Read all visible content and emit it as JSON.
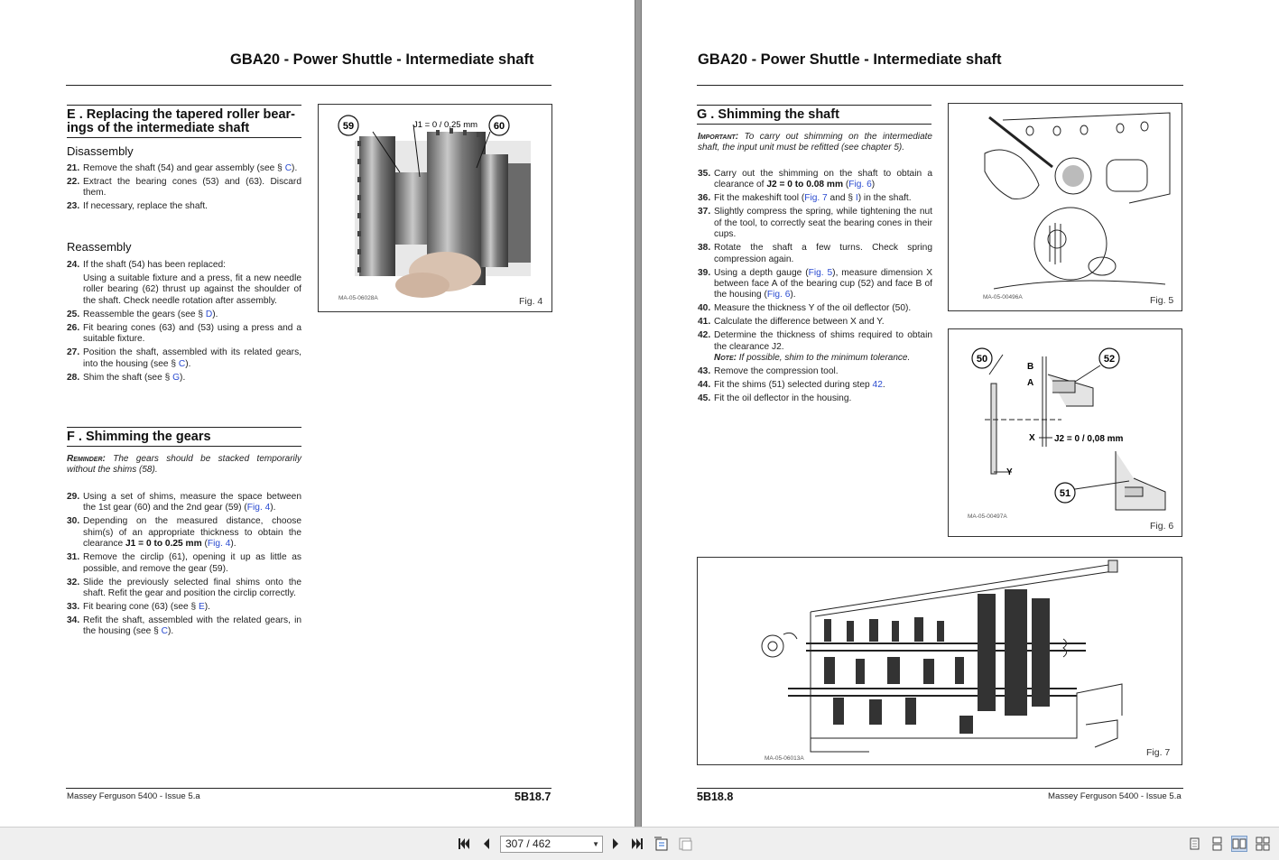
{
  "viewer": {
    "page_indicator": "307 / 462",
    "toolbar_icons": [
      "first-page-icon",
      "prev-page-icon",
      "next-page-icon",
      "last-page-icon",
      "fit-width-icon",
      "fit-page-icon",
      "single-page-icon",
      "continuous-page-icon",
      "facing-pages-icon",
      "continuous-facing-icon"
    ]
  },
  "left_page": {
    "running_title": "GBA20 - Power Shuttle - Intermediate shaft",
    "section_e": {
      "title": "E . Replacing the tapered roller bear-ings of the intermediate shaft",
      "disassembly_heading": "Disassembly",
      "disassembly_steps": [
        {
          "n": "21.",
          "pre": "Remove the shaft (54) and gear assembly (see § ",
          "link": "C",
          "post": ")."
        },
        {
          "n": "22.",
          "pre": "Extract the bearing cones (53) and (63). Discard them.",
          "link": "",
          "post": ""
        },
        {
          "n": "23.",
          "pre": "If necessary, replace the shaft.",
          "link": "",
          "post": ""
        }
      ],
      "reassembly_heading": "Reassembly",
      "reassembly_steps": [
        {
          "n": "24.",
          "pre": "If the shaft (54) has been replaced:",
          "link": "",
          "post": ""
        },
        {
          "n": "",
          "pre": "Using a suitable fixture and a press, fit a new needle roller bearing (62) thrust up against the shoulder of the shaft. Check needle rotation after assembly.",
          "link": "",
          "post": ""
        },
        {
          "n": "25.",
          "pre": "Reassemble the gears (see § ",
          "link": "D",
          "post": ")."
        },
        {
          "n": "26.",
          "pre": "Fit bearing cones (63) and (53) using a press and a suitable fixture.",
          "link": "",
          "post": ""
        },
        {
          "n": "27.",
          "pre": "Position the shaft, assembled with its related gears, into the housing (see § ",
          "link": "C",
          "post": ")."
        },
        {
          "n": "28.",
          "pre": "Shim the shaft (see § ",
          "link": "G",
          "post": ")."
        }
      ]
    },
    "section_f": {
      "title": "F . Shimming the gears",
      "reminder_key": "Reminder:",
      "reminder_text": "The gears should be stacked temporarily without the shims (58).",
      "steps": [
        {
          "n": "29.",
          "pre": "Using a set of shims, measure the space between the 1st gear (60) and the 2nd gear (59) (",
          "link": "Fig. 4",
          "post": ")."
        },
        {
          "n": "30.",
          "pre": "Depending on the measured distance, choose shim(s) of an appropriate thickness to obtain the clearance ",
          "bold": "J1 = 0 to 0.25 mm",
          "link": "Fig. 4",
          "post": ")."
        },
        {
          "n": "31.",
          "pre": "Remove the circlip (61), opening it up as little as possible, and remove the gear (59).",
          "link": "",
          "post": ""
        },
        {
          "n": "32.",
          "pre": "Slide the previously selected final shims onto the shaft. Refit the gear and position the circlip correctly.",
          "link": "",
          "post": ""
        },
        {
          "n": "33.",
          "pre": "Fit bearing cone (63) (see § ",
          "link": "E",
          "post": ")."
        },
        {
          "n": "34.",
          "pre": "Refit the shaft, assembled with the related gears, in the housing (see § ",
          "link": "C",
          "post": ")."
        }
      ]
    },
    "fig4": {
      "label": "Fig. 4",
      "code": "MA-05-06028A",
      "callout_59": "59",
      "callout_60": "60",
      "dimension": "J1 = 0 / 0,25 mm"
    },
    "footer_left": "Massey Ferguson 5400 - Issue 5.a",
    "footer_page": "5B18.7"
  },
  "right_page": {
    "running_title": "GBA20 - Power Shuttle - Intermediate shaft",
    "section_g": {
      "title": "G . Shimming the shaft",
      "important_key": "Important:",
      "important_text": "To carry out shimming on the intermediate shaft, the input unit must be refitted (see chapter 5).",
      "steps": [
        {
          "n": "35.",
          "pre": "Carry out the shimming on the shaft to obtain a clearance of ",
          "bold": "J2 = 0 to 0.08 mm",
          "link": "Fig. 6",
          "post": ")"
        },
        {
          "n": "36.",
          "pre": "Fit the makeshift tool (",
          "link": "Fig. 7",
          "mid": " and § ",
          "link2": "I",
          "post": ") in the shaft."
        },
        {
          "n": "37.",
          "pre": "Slightly compress the spring, while tightening the nut of the tool, to correctly seat the bearing cones in their cups.",
          "link": "",
          "post": ""
        },
        {
          "n": "38.",
          "pre": "Rotate the shaft a few turns. Check spring compression again.",
          "link": "",
          "post": ""
        },
        {
          "n": "39.",
          "pre": "Using a depth gauge (",
          "link": "Fig. 5",
          "mid": "), measure dimension X between face A of the bearing cup (52) and face B of the housing (",
          "link2": "Fig. 6",
          "post": ")."
        },
        {
          "n": "40.",
          "pre": "Measure the thickness Y of the oil deflector (50).",
          "link": "",
          "post": ""
        },
        {
          "n": "41.",
          "pre": "Calculate the difference between X and Y.",
          "link": "",
          "post": ""
        },
        {
          "n": "42.",
          "pre": "Determine the thickness of shims required to obtain the clearance J2.",
          "link": "",
          "post": ""
        }
      ],
      "note_key": "Note:",
      "note_text": "If possible, shim to the minimum tolerance.",
      "steps_after": [
        {
          "n": "43.",
          "pre": "Remove the compression tool.",
          "link": "",
          "post": ""
        },
        {
          "n": "44.",
          "pre": "Fit the shims (51) selected during step ",
          "link": "42",
          "post": "."
        },
        {
          "n": "45.",
          "pre": "Fit the oil deflector in the housing.",
          "link": "",
          "post": ""
        }
      ]
    },
    "fig5": {
      "label": "Fig. 5",
      "code": "MA-05-00496A"
    },
    "fig6": {
      "label": "Fig. 6",
      "code": "MA-05-00497A",
      "callout_50": "50",
      "callout_52": "52",
      "callout_51": "51",
      "letter_a": "A",
      "letter_b": "B",
      "letter_x": "X",
      "letter_y": "Y",
      "dimension": "J2 = 0 / 0,08 mm"
    },
    "fig7": {
      "label": "Fig. 7",
      "code": "MA-05-06013A"
    },
    "footer_page": "5B18.8",
    "footer_right": "Massey Ferguson 5400 - Issue 5.a"
  }
}
